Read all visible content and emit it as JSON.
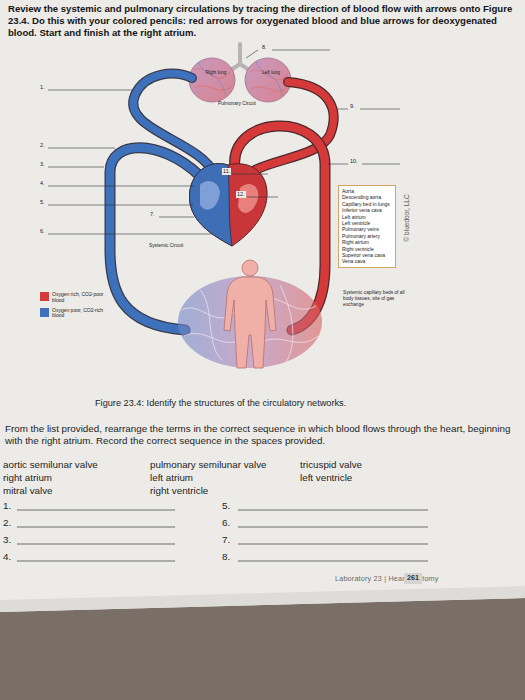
{
  "diagram": {
    "caption": "Figure 23.4: Identify the structures of the circulatory networks.",
    "nodes": [
      {
        "text": [
          "Aorta",
          "Descending aorta",
          "Capillary bed in lungs",
          "Inferior vena cava",
          "Left atrium",
          "Left ventricle",
          "Pulmonary veins",
          "Pulmonary artery",
          "Right atrium",
          "Right ventricle",
          "Superior vena cava",
          "Vena cava"
        ]
      }
    ],
    "labels": [
      "Review the systemic and pulmonary circulations by tracing the direction of blood flow with arrows onto Figure 23.4. Do this with your colored pencils: red arrows for oxygenated blood and blue arrows for deoxygenated blood. Start and finish at the right atrium.",
      "Right lung",
      "Left lung",
      "Pulmonary Circuit",
      "8.",
      "1.",
      "9.",
      "2.",
      "3.",
      "4.",
      "10.",
      "11.",
      "5.",
      "12.",
      "7.",
      "6.",
      "Systemic Circuit",
      "Systemic capillary beds of all body tissues, site of gas exchange",
      "© bluedoor, LLC",
      "From the list provided, rearrange the terms in the correct sequence in which blood flows through the heart, beginning with the right atrium. Record the correct sequence in the spaces provided.",
      "aortic semilunar valve",
      "pulmonary semilunar valve",
      "tricuspid valve",
      "right atrium",
      "left atrium",
      "left ventricle",
      "mitral valve",
      "right ventricle",
      "1.",
      "5.",
      "2.",
      "6.",
      "3.",
      "7.",
      "4.",
      "8.",
      "Laboratory 23 | Heart Anatomy",
      "261"
    ],
    "legend": [
      {
        "text": "Oxygen rich, CO2-poor blood",
        "color": "#d6393a"
      },
      {
        "text": "Oxygen poor, CO2-rich blood",
        "color": "#3e71bb"
      }
    ]
  }
}
